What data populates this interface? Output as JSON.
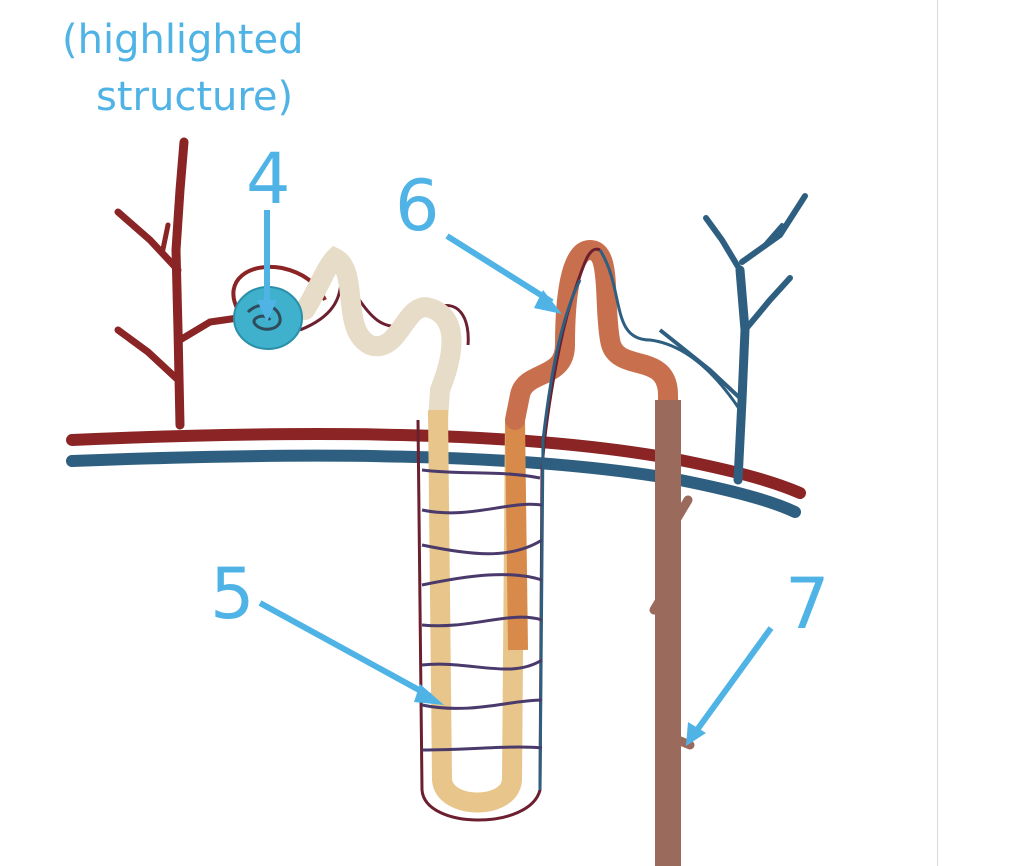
{
  "highlight_caption": [
    "(highlighted",
    "structure)"
  ],
  "labels": {
    "l4": "4",
    "l5": "5",
    "l6": "6",
    "l7": "7"
  },
  "colors": {
    "label": "#4fb3e6",
    "artery": "#8b2525",
    "vein": "#2f5f80",
    "capsule": "#3fb1cc",
    "proximal_tubule": "#e6dcc8",
    "descending_limb": "#e8c58a",
    "ascending_limb": "#d78a4a",
    "distal_tubule": "#c8704e",
    "collecting_duct": "#9a6b5c"
  }
}
